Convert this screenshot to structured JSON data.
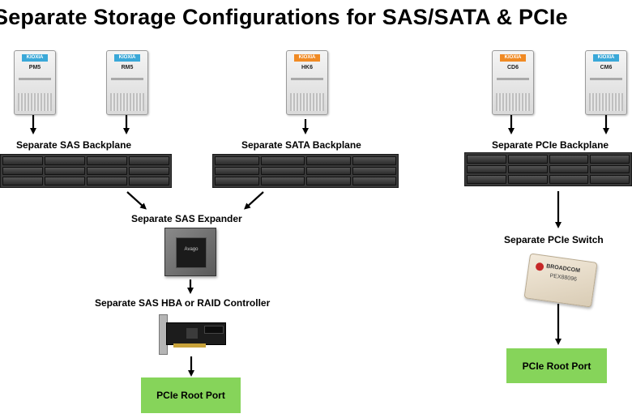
{
  "title": "Separate Storage Configurations for SAS/SATA & PCIe",
  "drives": [
    {
      "brand": "KIOXIA",
      "model": "PM5",
      "color": "#3aa8d8"
    },
    {
      "brand": "KIOXIA",
      "model": "RM5",
      "color": "#3aa8d8"
    },
    {
      "brand": "KIOXIA",
      "model": "HK6",
      "color": "#f08a24"
    },
    {
      "brand": "KIOXIA",
      "model": "CD6",
      "color": "#f08a24"
    },
    {
      "brand": "KIOXIA",
      "model": "CM6",
      "color": "#3aa8d8"
    }
  ],
  "labels": {
    "sas_backplane": "Separate SAS Backplane",
    "sata_backplane": "Separate SATA Backplane",
    "pcie_backplane": "Separate PCIe Backplane",
    "sas_expander": "Separate SAS Expander",
    "pcie_switch": "Separate PCIe Switch",
    "hba_raid": "Separate SAS HBA or RAID Controller",
    "root_port_left": "PCIe Root Port",
    "root_port_right": "PCIe Root Port"
  },
  "chips": {
    "expander_text": "Avago",
    "switch_brand": "BROADCOM",
    "switch_model": "PEX88096"
  },
  "colors": {
    "root_port_bg": "#86d45a",
    "arrow": "#000000"
  }
}
